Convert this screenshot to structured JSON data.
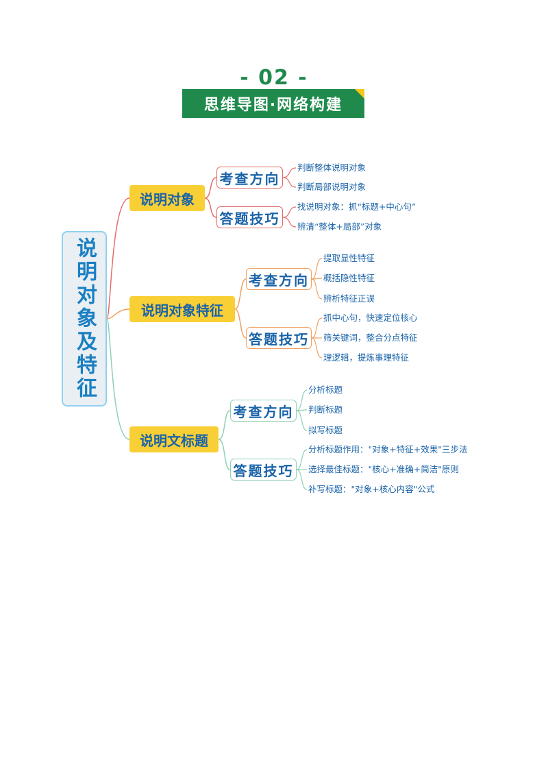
{
  "header": {
    "section_number": "- 02 -",
    "banner_title": "思维导图·网络构建"
  },
  "root": {
    "label": "说明对象及特征"
  },
  "branches": [
    {
      "label": "说明对象",
      "groups": [
        {
          "label": "考查方向",
          "items": [
            "判断整体说明对象",
            "判断局部说明对象"
          ]
        },
        {
          "label": "答题技巧",
          "items": [
            "找说明对象：抓“标题+中心句”",
            "辨清“整体+局部”对象"
          ]
        }
      ]
    },
    {
      "label": "说明对象特征",
      "groups": [
        {
          "label": "考查方向",
          "items": [
            "提取显性特征",
            "概括隐性特征",
            "辨析特征正误"
          ]
        },
        {
          "label": "答题技巧",
          "items": [
            "抓中心句，快速定位核心",
            "筛关键词，整合分点特征",
            "理逻辑，提炼事理特征"
          ]
        }
      ]
    },
    {
      "label": "说明文标题",
      "groups": [
        {
          "label": "考查方向",
          "items": [
            "分析标题",
            "判断标题",
            "拟写标题"
          ]
        },
        {
          "label": "答题技巧",
          "items": [
            "分析标题作用：\"对象+特征+效果\"三步法",
            "选择最佳标题：\"核心+准确+简洁\"原则",
            "补写标题：\"对象+核心内容\"公式"
          ]
        }
      ]
    }
  ],
  "colors": {
    "accent_green": "#1f8a4c",
    "branch_fill": "#f8cf35",
    "text_blue": "#1a63a8",
    "link_red": "#e46b6b",
    "link_orange": "#f0a060",
    "link_teal": "#8fcfb8"
  }
}
